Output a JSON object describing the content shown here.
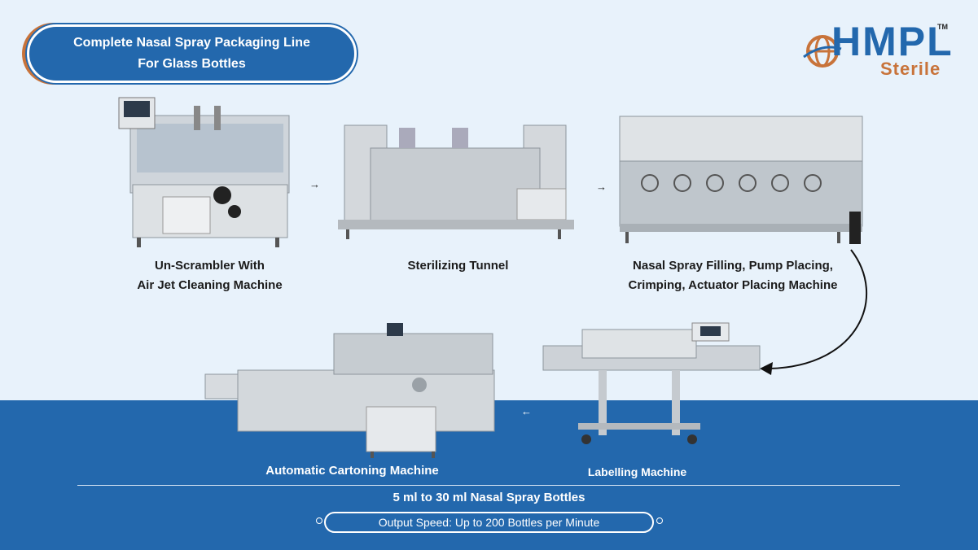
{
  "title": {
    "line1": "Complete Nasal Spray Packaging Line",
    "line2": "For Glass Bottles"
  },
  "logo": {
    "brand": "HMPL",
    "sub": "Sterile",
    "tm": "TM"
  },
  "machines": {
    "unscrambler": {
      "line1": "Un-Scrambler With",
      "line2": "Air Jet Cleaning Machine"
    },
    "tunnel": {
      "line1": "Sterilizing Tunnel"
    },
    "filling": {
      "line1": "Nasal Spray Filling, Pump Placing,",
      "line2": "Crimping, Actuator Placing Machine"
    },
    "labelling": {
      "line1": "Labelling Machine"
    },
    "cartoning": {
      "line1": "Automatic Cartoning Machine"
    }
  },
  "arrows": {
    "right": "→",
    "left": "←"
  },
  "footer": {
    "bottles": "5 ml to 30 ml Nasal Spray Bottles",
    "speed": "Output Speed: Up to 200 Bottles per Minute"
  },
  "colors": {
    "brand_blue": "#2368ad",
    "accent_orange": "#c8733a",
    "background": "#e8f2fb"
  }
}
